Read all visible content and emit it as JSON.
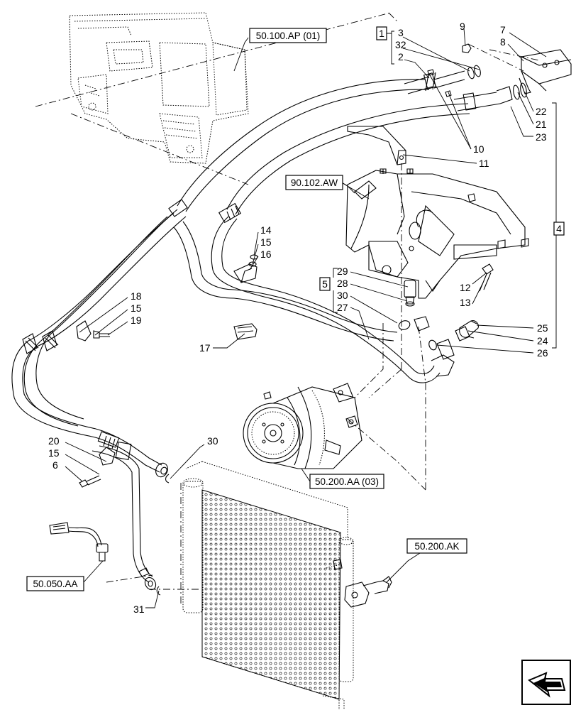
{
  "references": {
    "r50100": "50.100.AP (01)",
    "r90102": "90.102.AW",
    "r50200aa": "50.200.AA (03)",
    "r50200ak": "50.200.AK",
    "r50050": "50.050.AA"
  },
  "groups": {
    "g1": "1",
    "g4": "4",
    "g5": "5"
  },
  "callouts": {
    "c3": "3",
    "c32": "32",
    "c2": "2",
    "c9": "9",
    "c7": "7",
    "c8": "8",
    "c22": "22",
    "c21": "21",
    "c23": "23",
    "c10": "10",
    "c11": "11",
    "c14": "14",
    "c15a": "15",
    "c16": "16",
    "c29": "29",
    "c28": "28",
    "c30a": "30",
    "c27": "27",
    "c12": "12",
    "c13": "13",
    "c18": "18",
    "c15b": "15",
    "c19": "19",
    "c25": "25",
    "c24": "24",
    "c26": "26",
    "c17": "17",
    "c20": "20",
    "c15c": "15",
    "c6": "6",
    "c30b": "30",
    "c31": "31"
  },
  "icons": {
    "nav": "next-page-arrow-icon"
  }
}
